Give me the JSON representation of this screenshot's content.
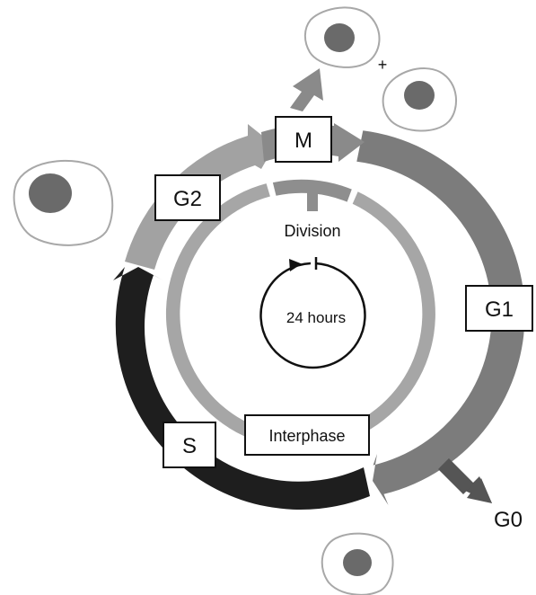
{
  "phases": {
    "m": "M",
    "g1": "G1",
    "s": "S",
    "g2": "G2",
    "g0": "G0"
  },
  "inner_ring": {
    "division": "Division",
    "interphase": "Interphase"
  },
  "clock": {
    "label": "24 hours"
  },
  "plus_sign": "+",
  "colors": {
    "m_arrow": "#8a8a8a",
    "g1_arrow": "#7c7c7c",
    "s_arrow": "#1e1e1e",
    "g2_arrow": "#a2a2a2",
    "inner_ring": "#a6a6a6",
    "division_segment": "#8e8e8e",
    "g0_arrow": "#555555",
    "nucleus": "#6a6a6a",
    "cell_outline": "#a8a8a8"
  }
}
